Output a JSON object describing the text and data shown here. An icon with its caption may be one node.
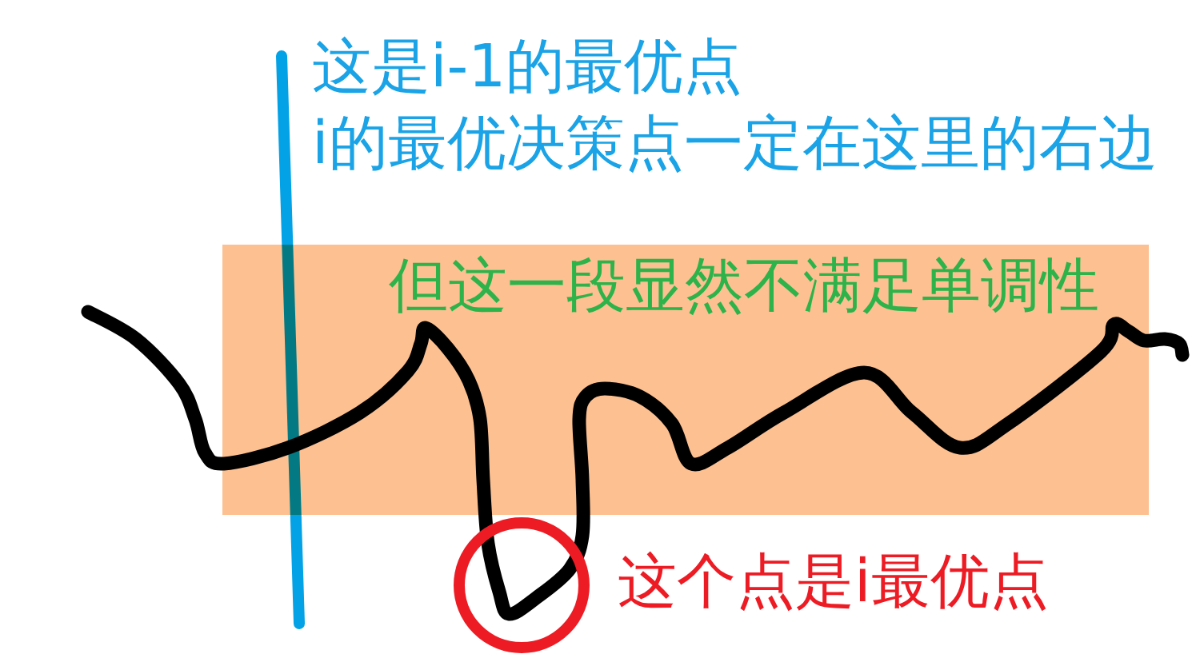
{
  "diagram": {
    "nodes": [
      {
        "text": [
          "但这一段显然不满足单调性"
        ]
      }
    ],
    "labels": [
      "这是i-1的最优点",
      "i的最优决策点一定在这里的右边",
      "这个点是i最优点"
    ]
  }
}
